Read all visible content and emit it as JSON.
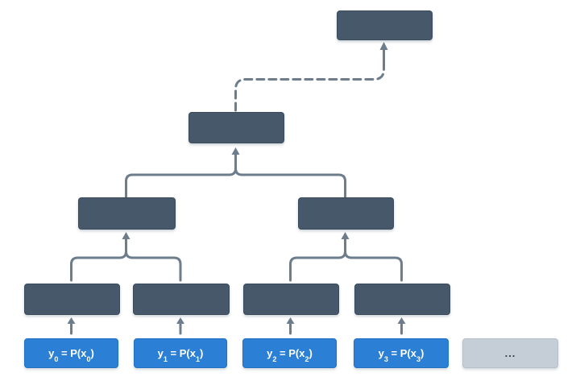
{
  "leaves": [
    {
      "base": "y",
      "base_sub": "0",
      "mid": " = P(x",
      "x_sub": "0",
      "close": ")"
    },
    {
      "base": "y",
      "base_sub": "1",
      "mid": " = P(x",
      "x_sub": "1",
      "close": ")"
    },
    {
      "base": "y",
      "base_sub": "2",
      "mid": " = P(x",
      "x_sub": "2",
      "close": ")"
    },
    {
      "base": "y",
      "base_sub": "3",
      "mid": " = P(x",
      "x_sub": "3",
      "close": ")"
    }
  ],
  "ellipsis_label": "...",
  "colors": {
    "node_fill": "#465869",
    "node_border": "#3a4c5c",
    "leaf_fill": "#2b7fd4",
    "leaf_border": "#2270c2",
    "leaf_text": "#ffffff",
    "ellipsis_fill": "#c5ced6",
    "ellipsis_text": "#333f4b",
    "connector": "#6e7d8c",
    "background": "#ffffff"
  }
}
